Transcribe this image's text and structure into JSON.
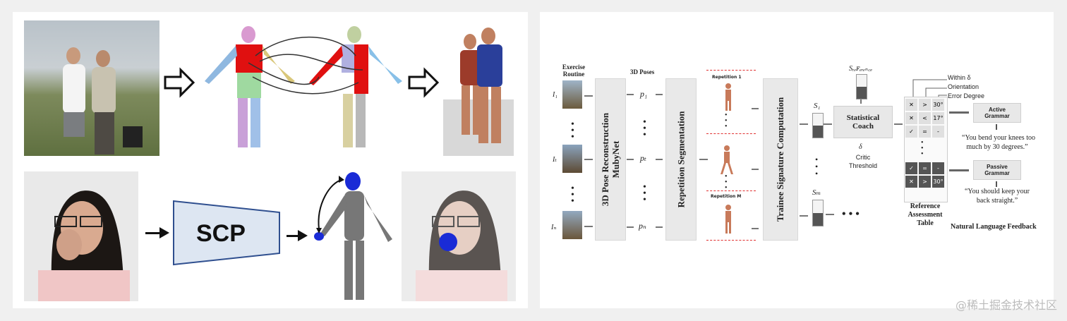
{
  "left_panel": {
    "scp_label": "SCP"
  },
  "right_panel": {
    "exercise_routine": "Exercise\nRoutine",
    "frame_labels": [
      "I₁",
      "Iₜ",
      "Iₙ"
    ],
    "poses_title": "3D Poses",
    "pose_labels": [
      "p₁",
      "pₜ",
      "pₙ"
    ],
    "reconstruction_label": "3D Pose Reconstruction\nMubyNet",
    "segmentation_label": "Repetition Segmentation",
    "repetition_1": "Repetition 1",
    "repetition_m": "Repetition M",
    "signature_label": "Trainee Signature Computation",
    "s_reference": "Sᵣₑꜰₑᵣₑₙ꜀ₑ",
    "s1": "S₁",
    "sm": "Sₘ",
    "coach": "Statistical\nCoach",
    "delta": "δ",
    "critic": "Critic\nThreshold",
    "legend": [
      "Within δ",
      "Orientation",
      "Error Degree"
    ],
    "table_rows": [
      [
        "✕",
        ">",
        "30°"
      ],
      [
        "✕",
        "<",
        "17°"
      ],
      [
        "✓",
        "=",
        "-"
      ],
      [
        "✓",
        "=",
        "-"
      ],
      [
        "✕",
        ">",
        "30°"
      ]
    ],
    "table_label": "Reference\nAssessment\nTable",
    "active_grammar": "Active\nGrammar",
    "active_quote": "“You bend your knees too\nmuch by 30 degrees.”",
    "passive_grammar": "Passive\nGrammar",
    "passive_quote": "“You should keep your\nback straight.”",
    "nlf_label": "Natural Language Feedback",
    "ellipsis": "•  •  •"
  },
  "watermark": "@稀土掘金技术社区",
  "colors": {
    "panel_bg": "#ffffff",
    "page_bg": "#f0f0f0",
    "scp_fill": "#dde6f2",
    "scp_stroke": "#2f4f8f",
    "body_red": "#e01010",
    "hand_blue": "#1a2bd6"
  }
}
